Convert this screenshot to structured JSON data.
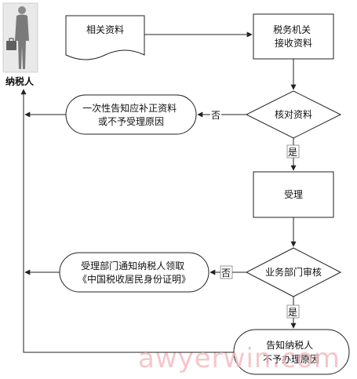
{
  "actor": {
    "label": "纳税人",
    "icon": "person-with-briefcase-icon"
  },
  "nodes": {
    "docs": {
      "lines": [
        "相关资料"
      ]
    },
    "receive": {
      "lines": [
        "税务机关",
        "接收资料"
      ]
    },
    "check": {
      "lines": [
        "核对资料"
      ]
    },
    "notify_supplement": {
      "lines": [
        "一次性告知应补正资料",
        "或不予受理原因"
      ]
    },
    "accept": {
      "lines": [
        "受理"
      ]
    },
    "dept_review": {
      "lines": [
        "业务部门审核"
      ]
    },
    "notify_collect": {
      "lines": [
        "受理部门通知纳税人领取",
        "《中国税收居民身份证明》"
      ]
    },
    "notify_reject": {
      "lines": [
        "告知纳税人",
        "不予办理原因"
      ]
    }
  },
  "edge_labels": {
    "check_no": "否",
    "check_yes": "是",
    "review_no": "否",
    "review_yes": "是"
  },
  "watermark": "awyerwin.com"
}
